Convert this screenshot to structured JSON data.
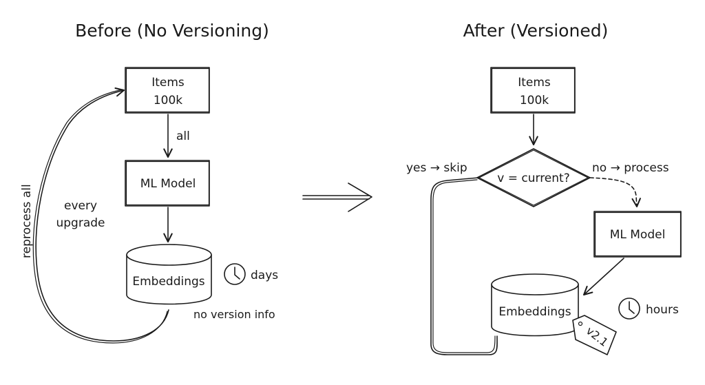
{
  "before": {
    "title": "Before (No Versioning)",
    "items_line1": "Items",
    "items_line2": "100k",
    "edge_all": "all",
    "model": "ML Model",
    "store": "Embeddings",
    "loop_label": "reprocess all",
    "upgrade_line1": "every",
    "upgrade_line2": "upgrade",
    "duration": "days",
    "note": "no version info"
  },
  "after": {
    "title": "After (Versioned)",
    "items_line1": "Items",
    "items_line2": "100k",
    "decision": "v = current?",
    "yes_label": "yes → skip",
    "no_label": "no → process",
    "model": "ML Model",
    "store": "Embeddings",
    "duration": "hours",
    "version_tag": "v2.1"
  }
}
